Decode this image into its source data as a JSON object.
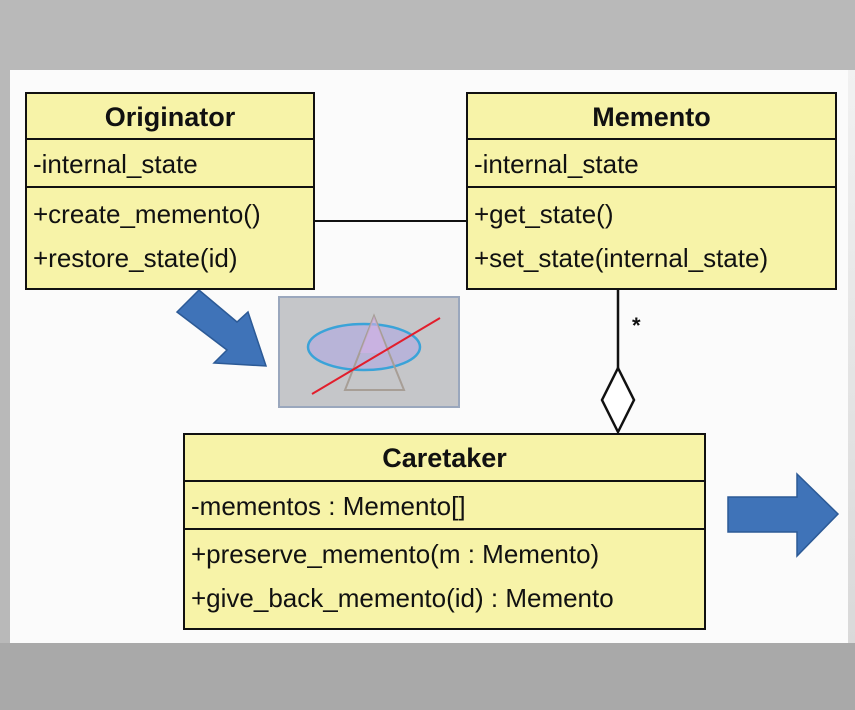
{
  "classes": {
    "originator": {
      "name": "Originator",
      "attributes": [
        "-internal_state"
      ],
      "operations": [
        "+create_memento()",
        "+restore_state(id)"
      ]
    },
    "memento": {
      "name": "Memento",
      "attributes": [
        "-internal_state"
      ],
      "operations": [
        "+get_state()",
        "+set_state(internal_state)"
      ]
    },
    "caretaker": {
      "name": "Caretaker",
      "attributes": [
        "-mementos : Memento[]"
      ],
      "operations": [
        "+preserve_memento(m : Memento)",
        "+give_back_memento(id) : Memento"
      ]
    }
  },
  "relations": {
    "aggregation_multiplicity": "*"
  },
  "icons": {
    "arrow_left": "right-arrow-icon",
    "arrow_right": "right-arrow-icon",
    "thumbnail": "shapes-thumbnail"
  },
  "colors": {
    "class_fill": "#f7f3a8",
    "arrow_fill": "#3f73b8"
  }
}
